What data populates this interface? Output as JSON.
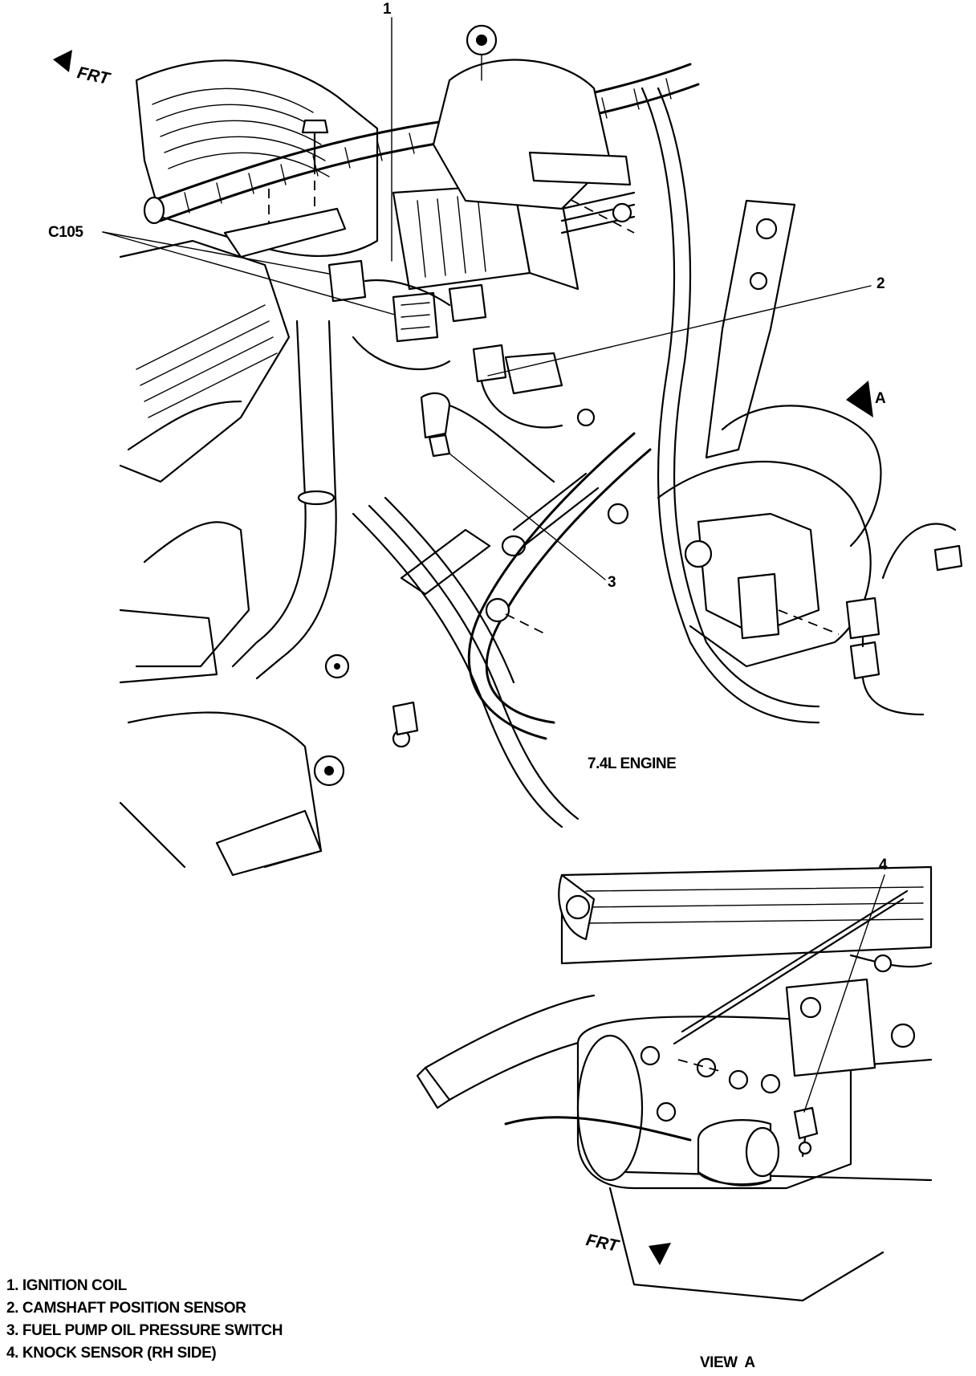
{
  "callouts": {
    "c1": "1",
    "c2": "2",
    "c3": "3",
    "c4": "4",
    "connector": "C105"
  },
  "direction": {
    "front_top": "FRT",
    "front_bottom": "FRT",
    "view_ref": "A"
  },
  "captions": {
    "engine": "7.4L ENGINE",
    "view": "VIEW  A"
  },
  "legend": [
    "1. IGNITION COIL",
    "2. CAMSHAFT POSITION SENSOR",
    "3. FUEL PUMP OIL PRESSURE SWITCH",
    "4. KNOCK SENSOR (RH SIDE)"
  ]
}
